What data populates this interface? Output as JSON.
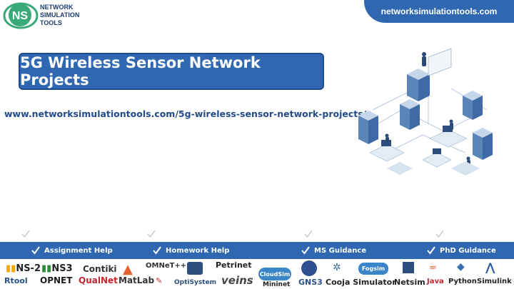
{
  "header": {
    "site_url": "networksimulationtools.com",
    "logo_initials": "NS",
    "logo_line1": "NETWORK",
    "logo_line2": "SIMULATION",
    "logo_line3": "TOOLS"
  },
  "main": {
    "title": "5G Wireless Sensor Network Projects",
    "page_url": "www.networksimulationtools.com/5g-wireless-sensor-network-projects/"
  },
  "services": [
    {
      "label": "Assignment Help"
    },
    {
      "label": "Homework Help"
    },
    {
      "label": "MS  Guidance"
    },
    {
      "label": "PhD  Guidance"
    }
  ],
  "tools": {
    "ns2": "NS-2",
    "ns3": "NS3",
    "contiki": "Contiki",
    "omnet": "OMNeT++",
    "petrinet": "Petrinet",
    "cloudsim": "CloudSim",
    "fogsim": "Fogsim",
    "rtool": "Rtool",
    "opnet": "OPNET",
    "qualnet": "QualNet",
    "matlab": "MatLab",
    "optisystem": "OptiSystem",
    "veins": "veins",
    "mininet": "Mininet",
    "gns3": "GNS3",
    "cooja": "Cooja Simulator",
    "netsim": "Netsim",
    "java": "Java",
    "python": "Python",
    "simulink": "Simulink"
  },
  "colors": {
    "brand_blue": "#2f67b1",
    "logo_green": "#3aa97a",
    "text_dark_blue": "#234a8a"
  }
}
